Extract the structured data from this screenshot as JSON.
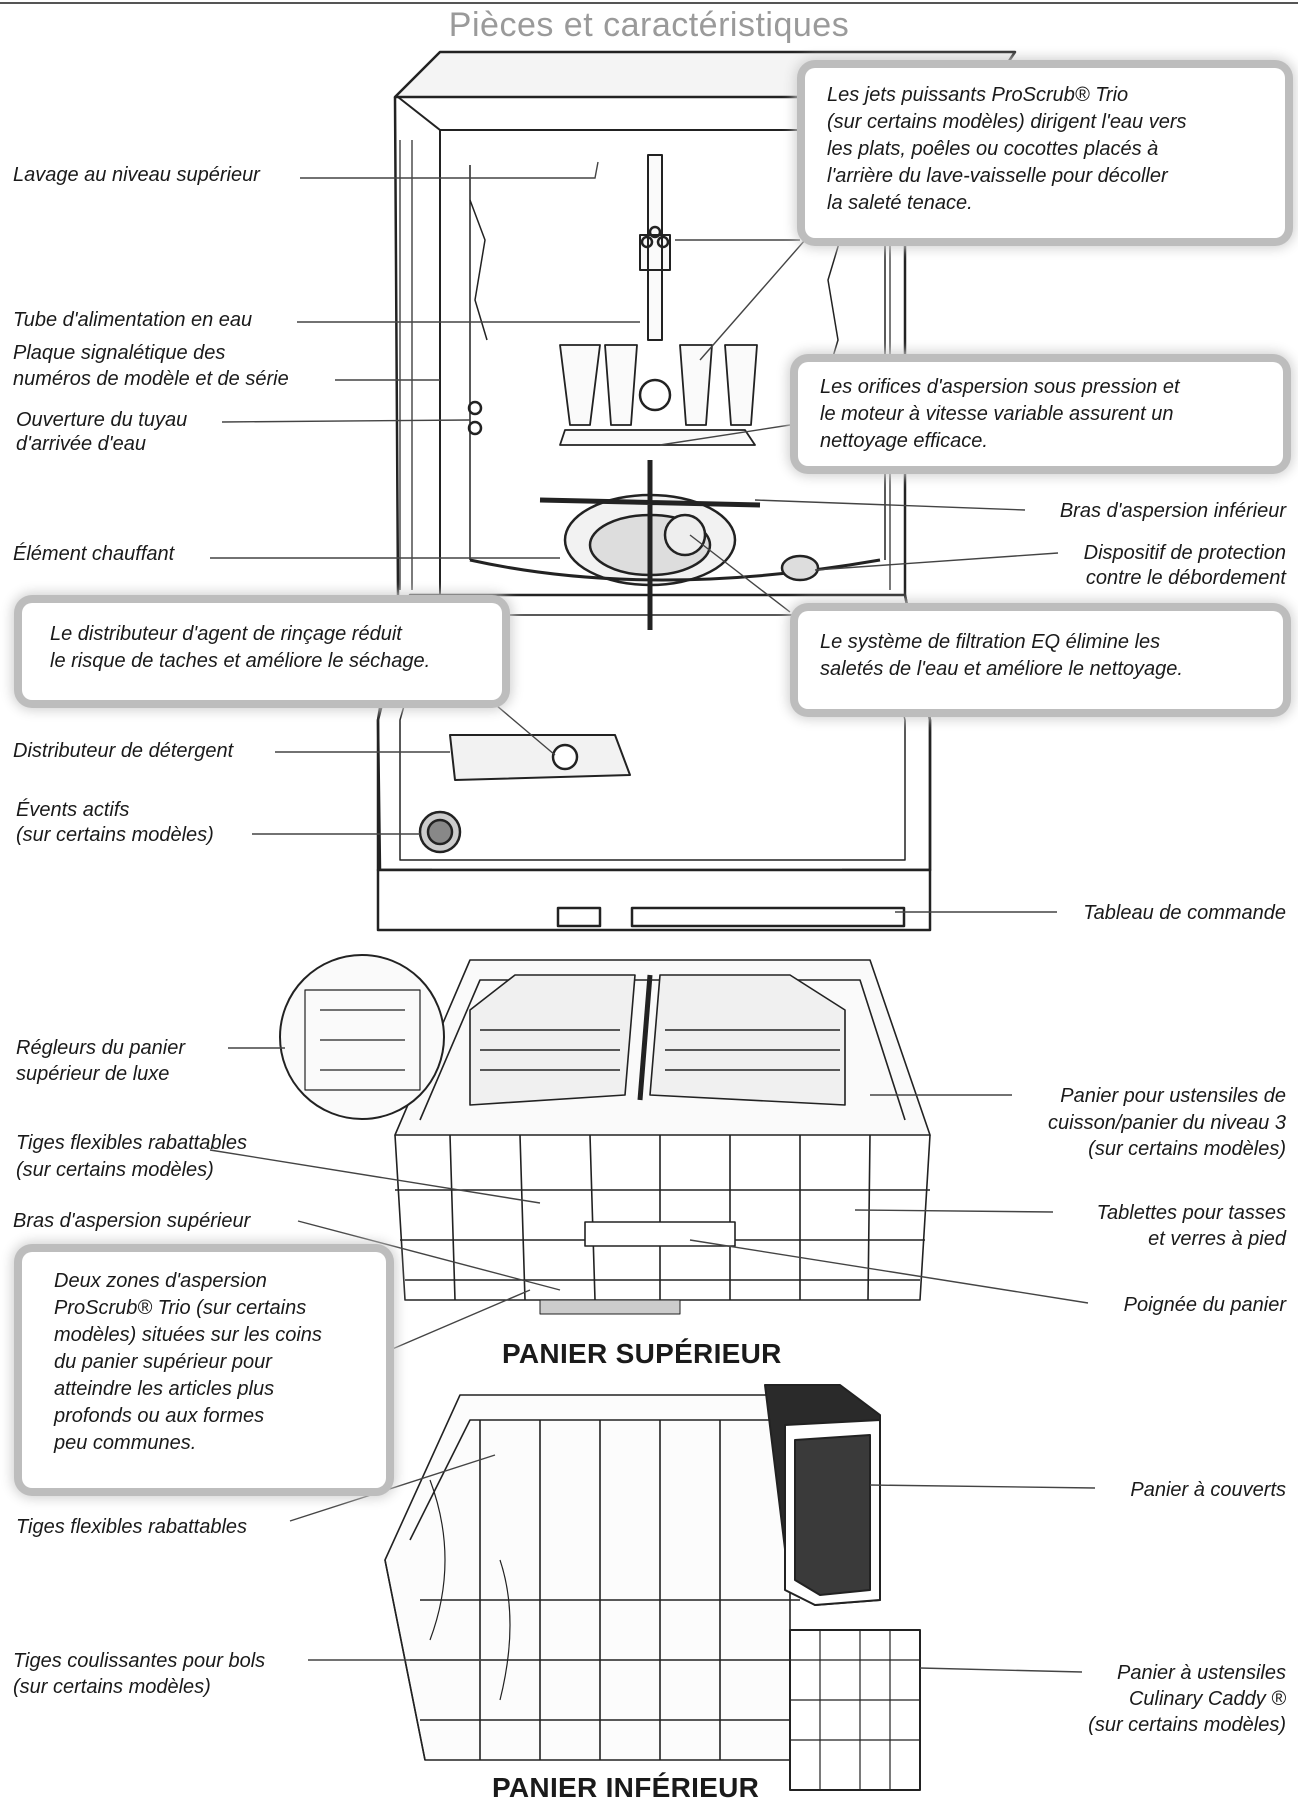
{
  "title": "Pièces et caractéristiques",
  "labels": {
    "lavage_superieur": "Lavage au niveau supérieur",
    "tube_alimentation": "Tube d'alimentation en eau",
    "plaque_1": "Plaque signalétique des",
    "plaque_2": "numéros de modèle et de série",
    "ouverture_1": "Ouverture du tuyau",
    "ouverture_2": "d'arrivée d'eau",
    "element_chauffant": "Élément chauffant",
    "distributeur_detergent": "Distributeur de détergent",
    "events_1": "Évents actifs",
    "events_2": "(sur certains modèles)",
    "bras_inferieur": "Bras d'aspersion inférieur",
    "protection_1": "Dispositif de protection",
    "protection_2": "contre le débordement",
    "tableau_commande": "Tableau de commande",
    "regleurs_1": "Régleurs du panier",
    "regleurs_2": "supérieur de luxe",
    "tiges_flex_1": "Tiges flexibles rabattables",
    "tiges_flex_2": "(sur certains modèles)",
    "bras_superieur": "Bras d'aspersion supérieur",
    "panier_ustensiles_1": "Panier pour ustensiles de",
    "panier_ustensiles_2": "cuisson/panier du niveau 3",
    "panier_ustensiles_3": "(sur certains modèles)",
    "tablettes_1": "Tablettes pour tasses",
    "tablettes_2": "et verres à pied",
    "poignee": "Poignée du panier",
    "tiges_flex_bas": "Tiges flexibles rabattables",
    "panier_couverts": "Panier à couverts",
    "tiges_coul_1": "Tiges coulissantes pour bols",
    "tiges_coul_2": "(sur certains modèles)",
    "caddy_1": "Panier à ustensiles",
    "caddy_2": "Culinary Caddy ®",
    "caddy_3": "(sur certains modèles)"
  },
  "callouts": {
    "proscrub": [
      "Les jets puissants ProScrub® Trio",
      "(sur certains modèles) dirigent l'eau vers",
      "les plats, poêles ou cocottes placés à",
      "l'arrière du lave-vaisselle pour décoller",
      "la saleté tenace."
    ],
    "orifices": [
      "Les orifices d'aspersion sous pression et",
      "le moteur à vitesse variable assurent un",
      "nettoyage efficace."
    ],
    "rincage": [
      "Le distributeur d'agent de rinçage réduit",
      "le risque de taches et améliore le séchage."
    ],
    "filtration": [
      "Le système de filtration EQ élimine les",
      "saletés de l'eau et améliore le nettoyage."
    ],
    "zones": [
      "Deux zones d'aspersion",
      "ProScrub® Trio (sur certains",
      "modèles) situées sur les coins",
      "du panier supérieur pour",
      "atteindre les articles plus",
      "profonds ou aux formes",
      "peu communes."
    ]
  },
  "headings": {
    "panier_superieur": "PANIER SUPÉRIEUR",
    "panier_inferieur": "PANIER INFÉRIEUR"
  }
}
